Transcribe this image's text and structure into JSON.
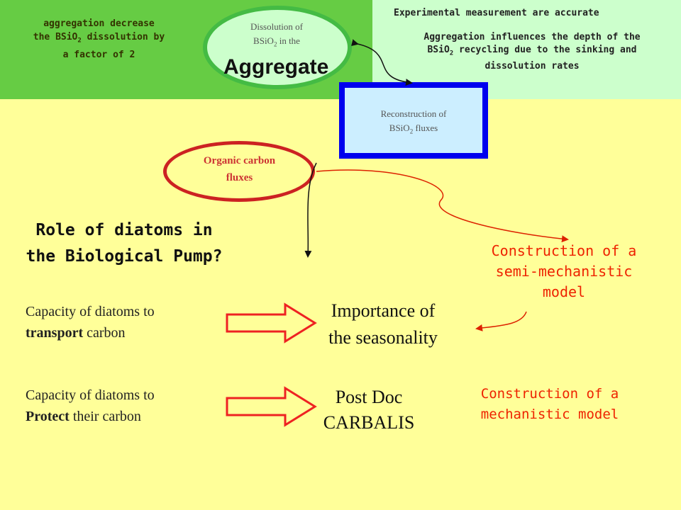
{
  "top_left": {
    "line1": "aggregation decrease",
    "line2_pre": "the BSiO",
    "line2_sub": "2",
    "line2_post": " dissolution by",
    "line3": "a factor of 2"
  },
  "top_right": {
    "title": "Experimental measurement are accurate",
    "line1": "Aggregation influences the depth of the",
    "line2_pre": "BSiO",
    "line2_sub": "2",
    "line2_post": " recycling due to the sinking and",
    "line3": "dissolution rates"
  },
  "aggregate_node": {
    "line1": "Dissolution of",
    "line2_pre": "BSiO",
    "line2_sub": "2",
    "line2_post": " in the",
    "big": "Aggregate"
  },
  "reconstruction_node": {
    "line1": "Reconstruction of",
    "line2_pre": "BSiO",
    "line2_sub": "2",
    "line2_post": " fluxes"
  },
  "organic_carbon_node": {
    "line1": "Organic carbon",
    "line2": "fluxes"
  },
  "role_title": {
    "line1": "Role of diatoms in",
    "line2": "the Biological Pump?"
  },
  "semi_model": {
    "line1": "Construction of a",
    "line2": "semi-mechanistic",
    "line3": "model"
  },
  "mech_model": {
    "line1": "Construction of a",
    "line2": "mechanistic model"
  },
  "cap_transport": {
    "line1": "Capacity of diatoms to",
    "bold": "transport",
    "rest": " carbon"
  },
  "cap_protect": {
    "line1": "Capacity of diatoms to",
    "bold": "Protect",
    "rest": " their carbon"
  },
  "importance": {
    "line1": "Importance of",
    "line2": "the seasonality"
  },
  "postdoc": {
    "line1": "Post Doc",
    "line2": "CARBALIS"
  },
  "colors": {
    "green_dark": "#66cc44",
    "green_light": "#ccffcc",
    "background": "#ffff99",
    "red": "#ee2200",
    "blue": "#0000ee"
  }
}
